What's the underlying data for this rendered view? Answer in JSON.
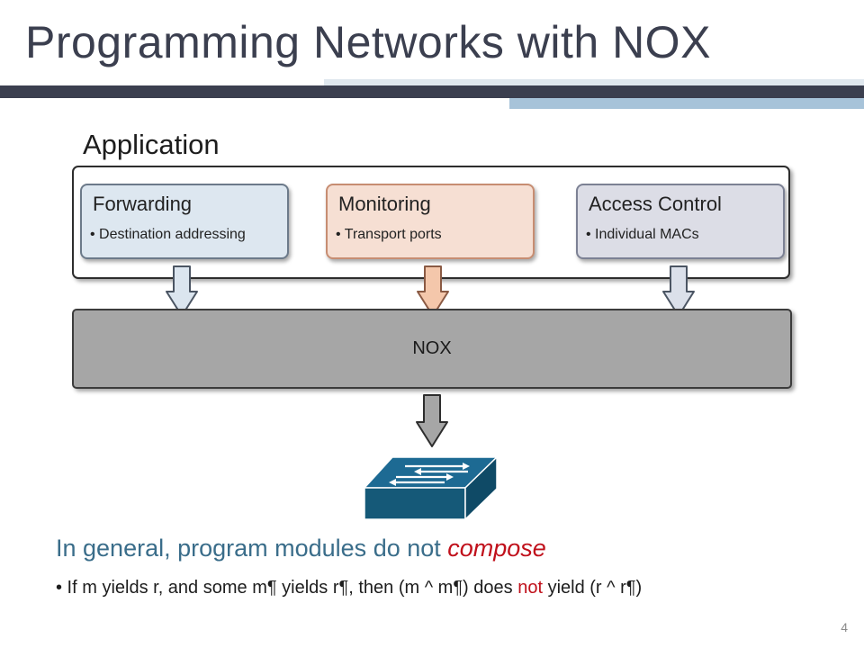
{
  "slide": {
    "title": "Programming Networks with NOX",
    "page_number": "4"
  },
  "diagram": {
    "application_label": "Application",
    "modules": [
      {
        "title": "Forwarding",
        "bullet": "• Destination addressing",
        "fill": "#dde7f0"
      },
      {
        "title": "Monitoring",
        "bullet": "• Transport ports",
        "fill": "#f6dfd3"
      },
      {
        "title": "Access Control",
        "bullet": "• Individual MACs",
        "fill": "#dcdde6"
      }
    ],
    "controller_label": "NOX",
    "switch_icon": "network-switch-icon",
    "colors": {
      "switch": "#1d6a93",
      "controller": "#a6a6a6",
      "arrow_forwarding": "#dbe5ef",
      "arrow_monitoring": "#f4c7ab",
      "arrow_access": "#dbe0ea",
      "arrow_nox": "#a6a6a6"
    }
  },
  "footer": {
    "headline_prefix": "In general, program modules do not ",
    "headline_emphasis": "compose",
    "statement_before": "• If m yields r, and some m¶ yields r¶, then (m ^ m¶) does ",
    "statement_negation": "not",
    "statement_after": " yield (r ^ r¶)"
  }
}
